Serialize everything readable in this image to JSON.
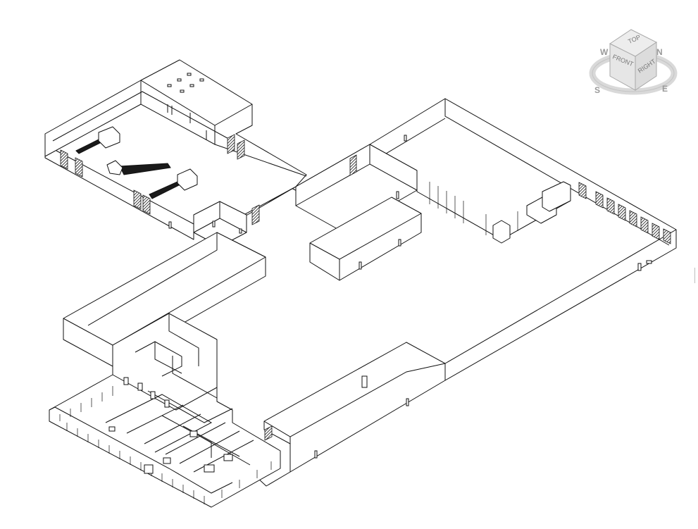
{
  "viewcube": {
    "faces": {
      "top": "TOP",
      "front": "FRONT",
      "right": "RIGHT"
    },
    "compass": {
      "s": "S",
      "w": "W",
      "n": "N",
      "e": "E"
    },
    "colors": {
      "cube_face": "#e9e9e9",
      "cube_edge": "#9c9c9c",
      "ring": "#d8d8d8",
      "text": "#8a8a8a"
    }
  },
  "model": {
    "view": "isometric",
    "style": "hidden-line",
    "colors": {
      "line": "#111111",
      "background": "#ffffff"
    }
  }
}
